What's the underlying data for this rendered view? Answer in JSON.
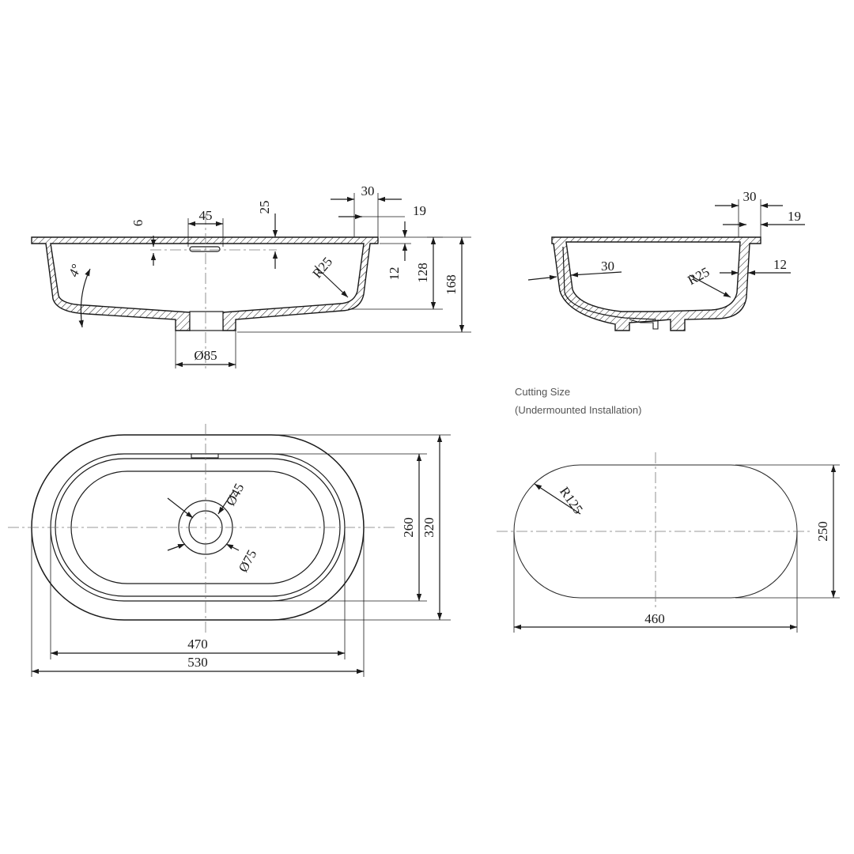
{
  "front_section": {
    "dimensions": {
      "drain_diameter": "Ø85",
      "overflow_width": "45",
      "overflow_offset": "6",
      "overflow_height": "25",
      "rim_width": "30",
      "rim_thickness": "19",
      "wall_thickness": "12",
      "inner_depth": "128",
      "total_height": "168",
      "inner_radius": "R25",
      "floor_slope": "4°"
    }
  },
  "side_section": {
    "dimensions": {
      "rim_width": "30",
      "rim_thickness": "19",
      "overflow_channel": "30",
      "inner_radius": "R25",
      "wall_thickness": "12"
    }
  },
  "top_view": {
    "dimensions": {
      "drain_inner": "Ø45",
      "drain_outer": "Ø75",
      "inner_width": "260",
      "outer_width": "320",
      "inner_length": "470",
      "outer_length": "530"
    }
  },
  "cutting": {
    "title": "Cutting Size",
    "subtitle": "(Undermounted Installation)",
    "dimensions": {
      "corner_radius": "R125",
      "width": "250",
      "length": "460"
    }
  }
}
